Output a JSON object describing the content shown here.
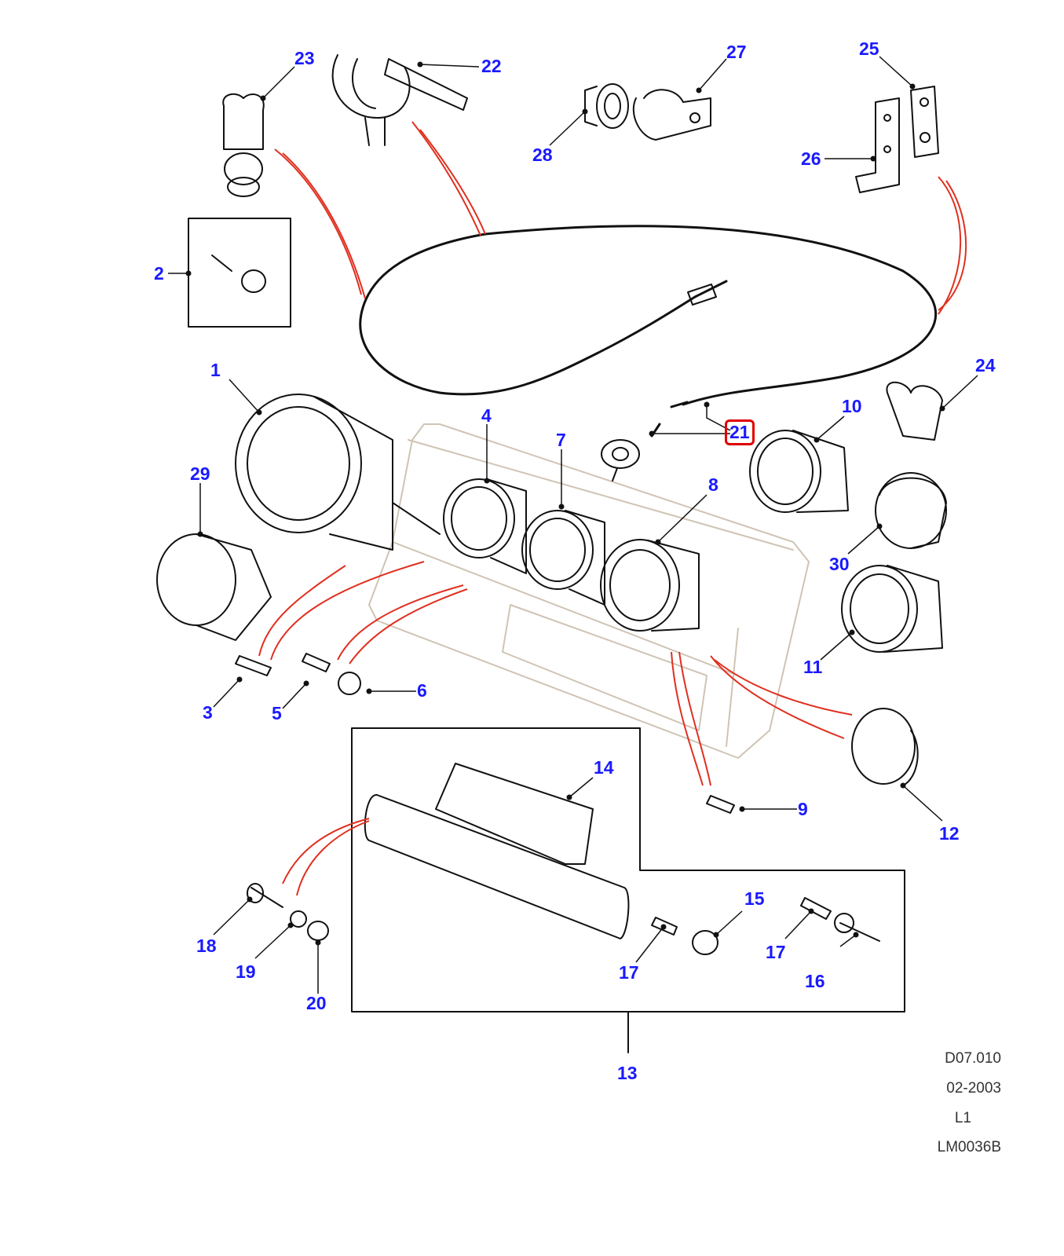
{
  "colors": {
    "callout": "#1a1aff",
    "selection_box": "#e00000",
    "leader_red": "#e03020",
    "line": "#111111"
  },
  "callouts": [
    "1",
    "2",
    "3",
    "4",
    "5",
    "6",
    "7",
    "8",
    "9",
    "10",
    "11",
    "12",
    "13",
    "14",
    "15",
    "16",
    "17",
    "17",
    "18",
    "19",
    "20",
    "21",
    "22",
    "23",
    "24",
    "25",
    "26",
    "27",
    "28",
    "29",
    "30"
  ],
  "selected_callout": "21",
  "footer": {
    "ref": "D07.010",
    "date": "02-2003",
    "level": "L1",
    "code": "LM0036B"
  }
}
